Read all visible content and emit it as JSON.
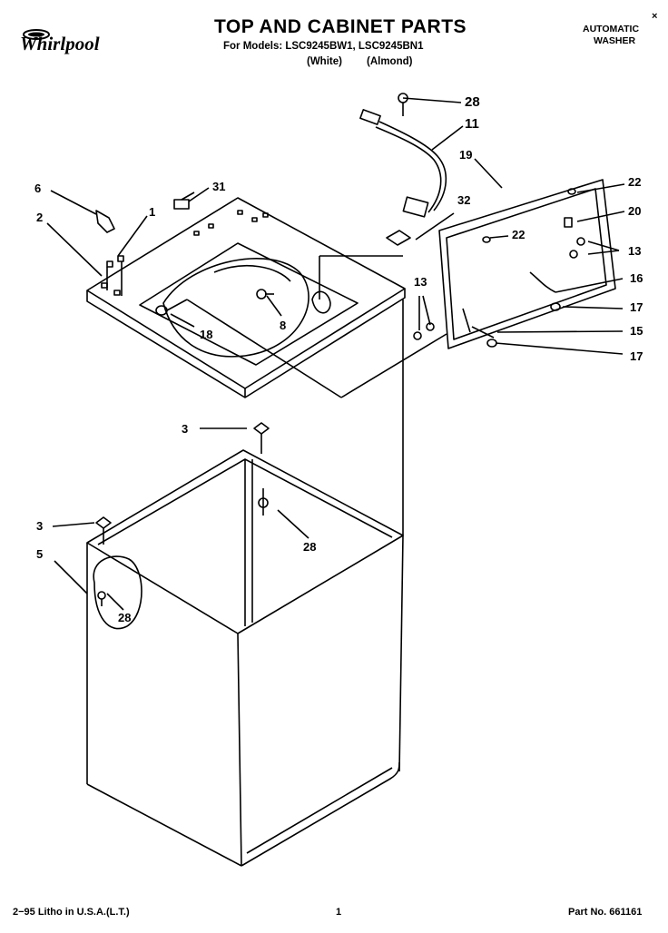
{
  "header": {
    "brand": "Whirlpool",
    "title": "TOP AND CABINET PARTS",
    "models_line": "For Models: LSC9245BW1, LSC9245BN1",
    "color_white": "(White)",
    "color_almond": "(Almond)",
    "product_line1": "AUTOMATIC",
    "product_line2": "WASHER",
    "corner_mark": "×"
  },
  "callouts": {
    "c28_top": "28",
    "c11": "11",
    "c19": "19",
    "c22_right": "22",
    "c20": "20",
    "c22_inner": "22",
    "c13_right": "13",
    "c16": "16",
    "c17_top": "17",
    "c15": "15",
    "c17_bottom": "17",
    "c32": "32",
    "c13_left": "13",
    "c6": "6",
    "c31": "31",
    "c1": "1",
    "c2": "2",
    "c18": "18",
    "c8": "8",
    "c3_top": "3",
    "c28_mid": "28",
    "c3_left": "3",
    "c5": "5",
    "c28_low": "28"
  },
  "footer": {
    "litho": "2−95 Litho in U.S.A.(L.T.)",
    "page": "1",
    "part_no": "Part No. 661161"
  }
}
